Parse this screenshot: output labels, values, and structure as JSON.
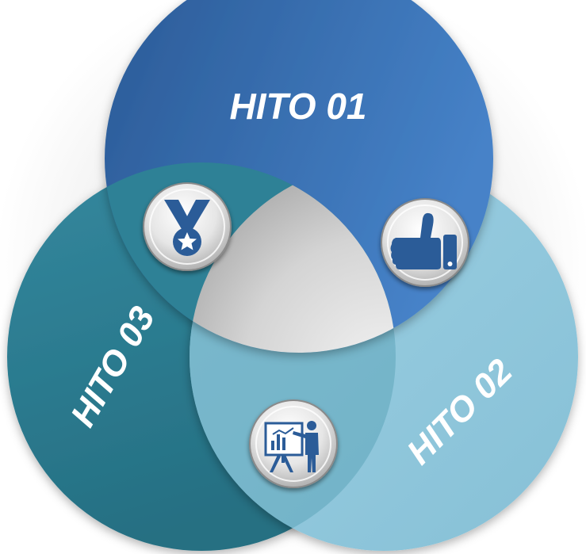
{
  "diagram": {
    "milestones": [
      {
        "id": "hito-01",
        "label": "HITO 01",
        "icon": "thumbs-up-icon",
        "color": "#3d6fb3"
      },
      {
        "id": "hito-02",
        "label": "HITO 02",
        "icon": "presentation-icon",
        "color": "#93cbe0"
      },
      {
        "id": "hito-03",
        "label": "HITO 03",
        "icon": "medal-icon",
        "color": "#2f8799"
      }
    ],
    "center_color": "#d6d6d6"
  }
}
